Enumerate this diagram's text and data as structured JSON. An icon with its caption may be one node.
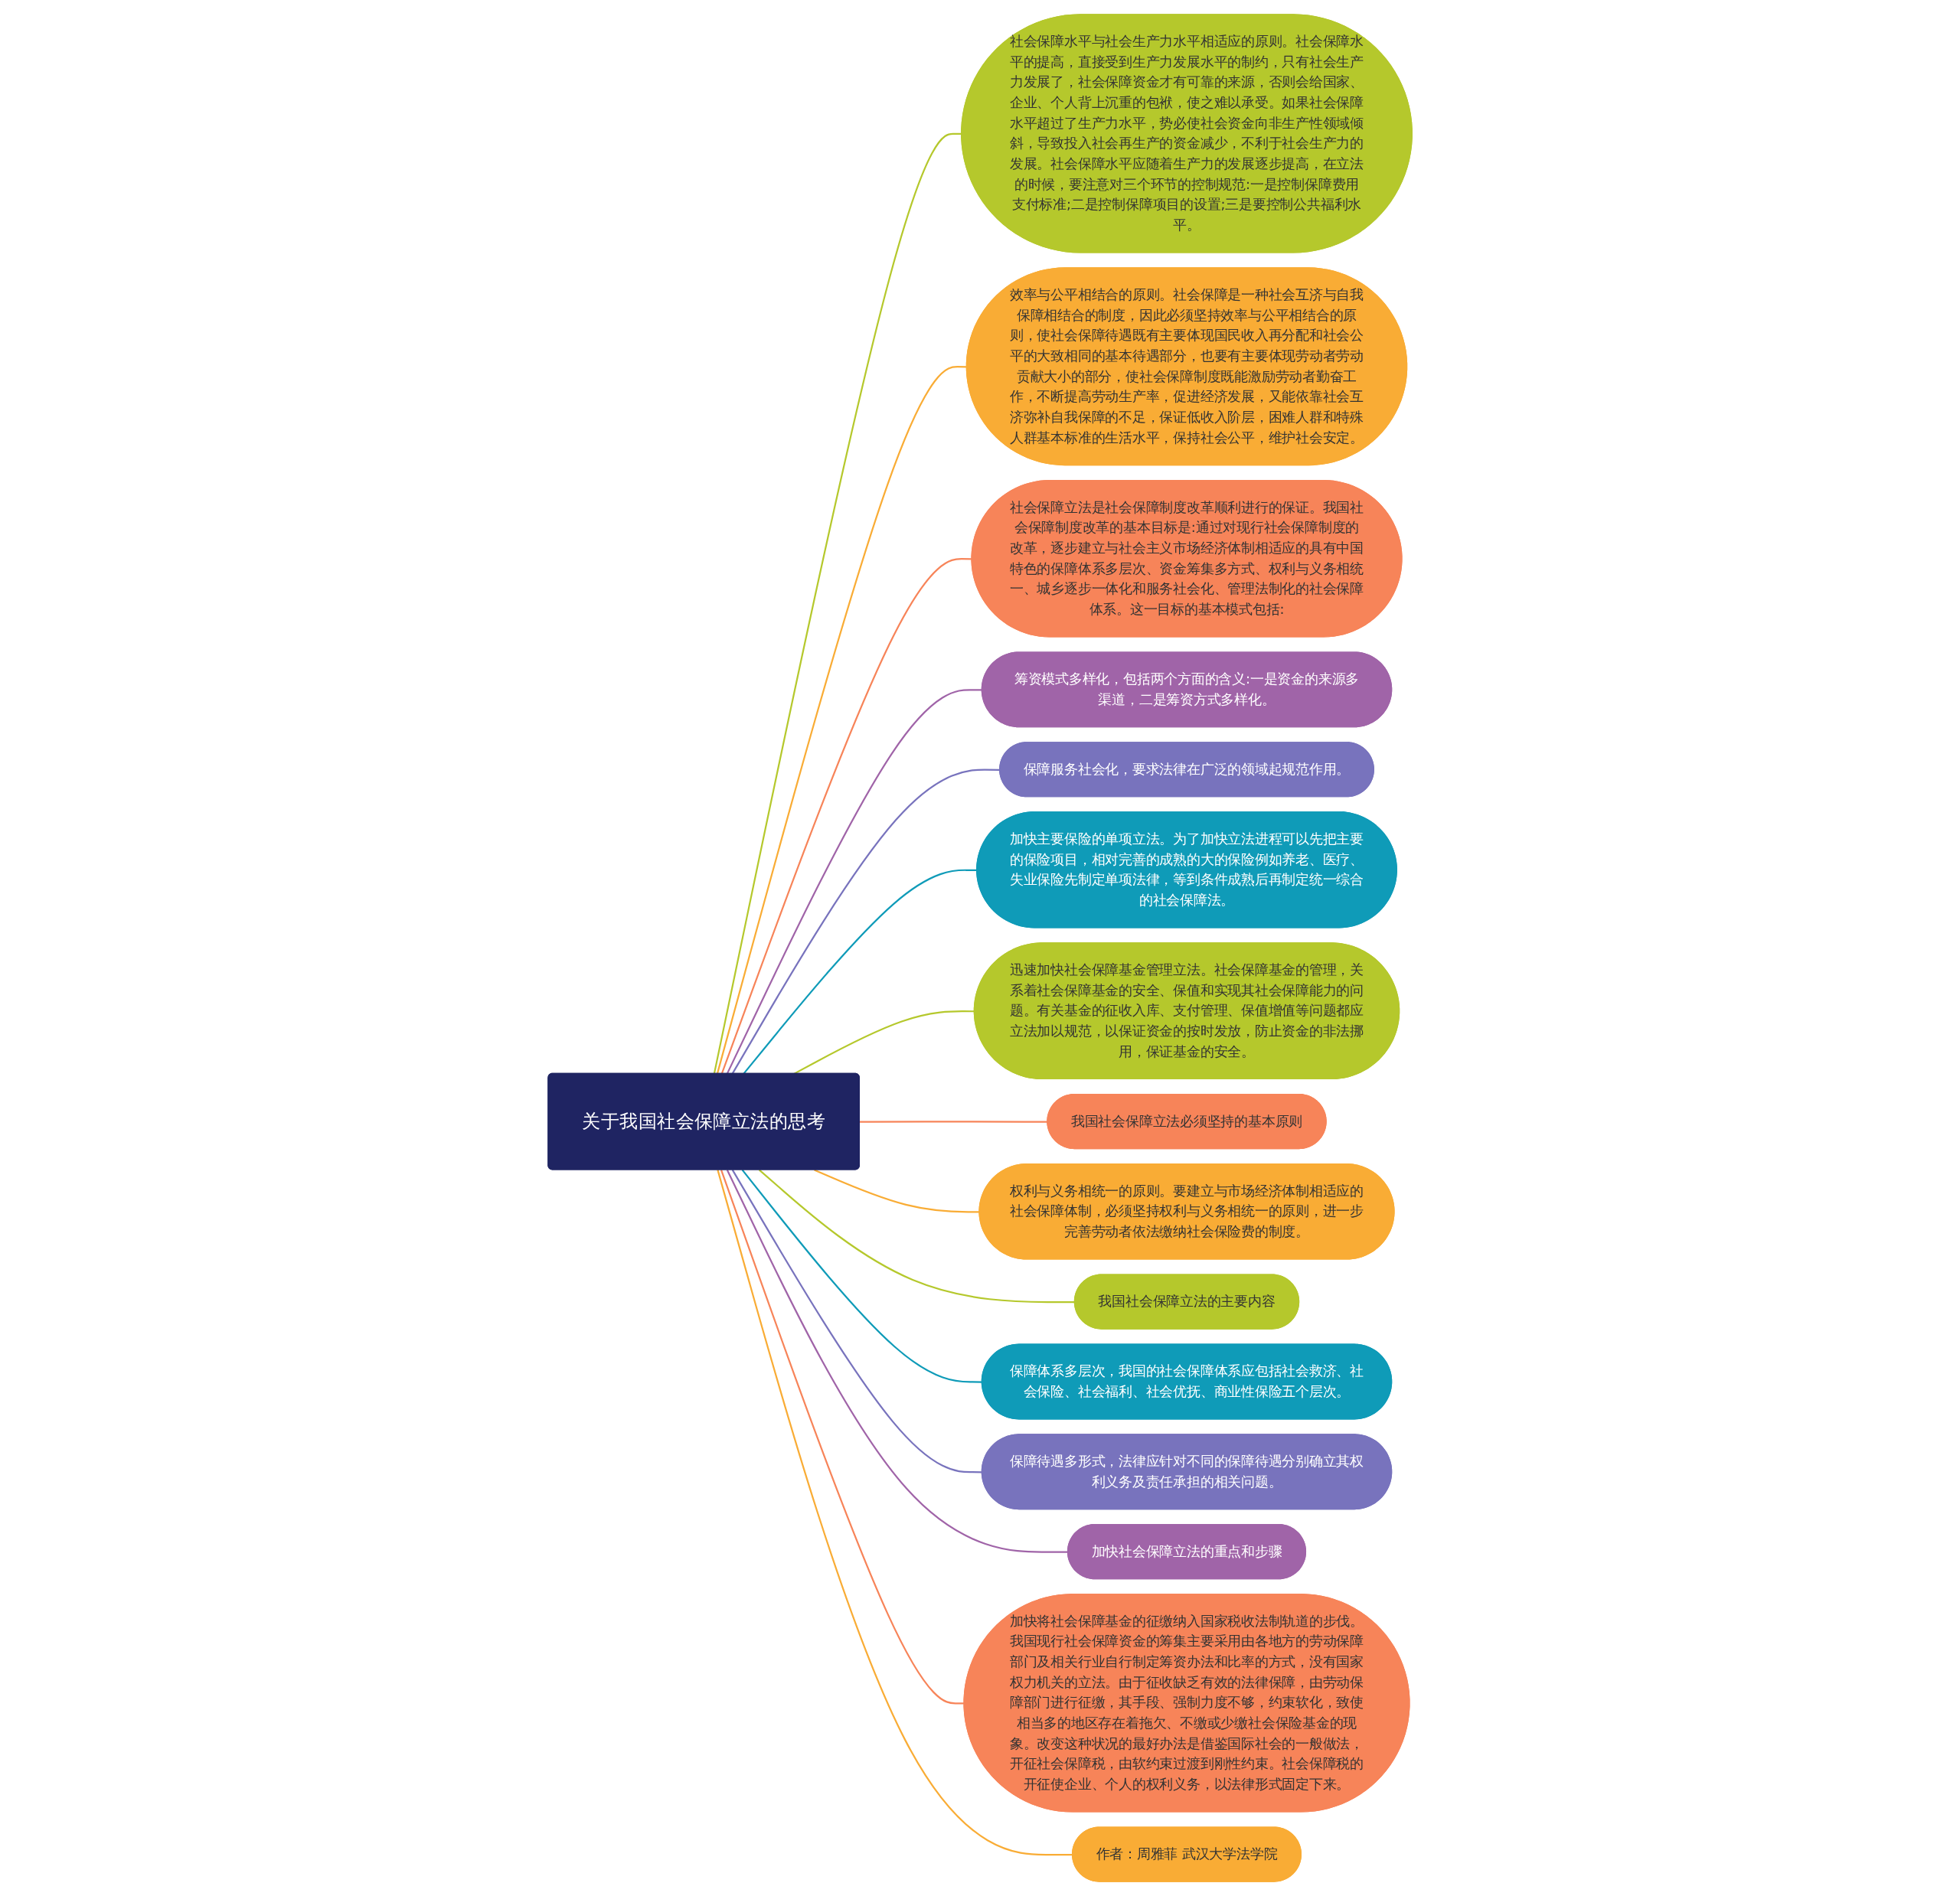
{
  "diagram": {
    "nodes": [
      {
        "text": [
          "关于我国社会保障立法的思考"
        ]
      },
      {
        "text": [
          "社会保障水平与社会生产力水平相适应的原则。社会保障水平的提高，直接受到生产力发展水平的制约，只有社会生产力发展了，社会保障资金才有可靠的来源，否则会给国家、企业、个人背上沉重的包袱，使之难以承受。如果社会保障水平超过了生产力水平，势必使社会资金向非生产性领域倾斜，导致投入社会再生产的资金减少，不利于社会生产力的发展。社会保障水平应随着生产力的发展逐步提高，在立法的时候，要注意对三个环节的控制规范:一是控制保障费用支付标准;二是控制保障项目的设置;三是要控制公共福利水平。"
        ]
      },
      {
        "text": [
          "效率与公平相结合的原则。社会保障是一种社会互济与自我保障相结合的制度，因此必须坚持效率与公平相结合的原则，使社会保障待遇既有主要体现国民收入再分配和社会公平的大致相同的基本待遇部分，也要有主要体现劳动者劳动贡献大小的部分，使社会保障制度既能激励劳动者勤奋工作，不断提高劳动生产率，促进经济发展，又能依靠社会互济弥补自我保障的不足，保证低收入阶层，困难人群和特殊人群基本标准的生活水平，保持社会公平，维护社会安定。"
        ]
      },
      {
        "text": [
          "社会保障立法是社会保障制度改革顺利进行的保证。我国社会保障制度改革的基本目标是:通过对现行社会保障制度的改革，逐步建立与社会主义市场经济体制相适应的具有中国特色的保障体系多层次、资金筹集多方式、权利与义务相统一、城乡逐步一体化和服务社会化、管理法制化的社会保障体系。这一目标的基本模式包括:"
        ]
      },
      {
        "text": [
          "筹资模式多样化，包括两个方面的含义:一是资金的来源多渠道，二是筹资方式多样化。"
        ]
      },
      {
        "text": [
          "保障服务社会化，要求法律在广泛的领域起规范作用。"
        ]
      },
      {
        "text": [
          "加快主要保险的单项立法。为了加快立法进程可以先把主要的保险项目，相对完善的成熟的大的保险例如养老、医疗、失业保险先制定单项法律，等到条件成熟后再制定统一综合的社会保障法。"
        ]
      },
      {
        "text": [
          "迅速加快社会保障基金管理立法。社会保障基金的管理，关系着社会保障基金的安全、保值和实现其社会保障能力的问题。有关基金的征收入库、支付管理、保值增值等问题都应立法加以规范，以保证资金的按时发放，防止资金的非法挪用，保证基金的安全。"
        ]
      },
      {
        "text": [
          "我国社会保障立法必须坚持的基本原则"
        ]
      },
      {
        "text": [
          "权利与义务相统一的原则。要建立与市场经济体制相适应的社会保障体制，必须坚持权利与义务相统一的原则，进一步完善劳动者依法缴纳社会保险费的制度。"
        ]
      },
      {
        "text": [
          "我国社会保障立法的主要内容"
        ]
      },
      {
        "text": [
          "保障体系多层次，我国的社会保障体系应包括社会救济、社会保险、社会福利、社会优抚、商业性保险五个层次。"
        ]
      },
      {
        "text": [
          "保障待遇多形式，法律应针对不同的保障待遇分别确立其权利义务及责任承担的相关问题。"
        ]
      },
      {
        "text": [
          "加快社会保障立法的重点和步骤"
        ]
      },
      {
        "text": [
          "加快将社会保障基金的征缴纳入国家税收法制轨道的步伐。我国现行社会保障资金的筹集主要采用由各地方的劳动保障部门及相关行业自行制定筹资办法和比率的方式，没有国家权力机关的立法。由于征收缺乏有效的法律保障，由劳动保障部门进行征缴，其手段、强制力度不够，约束软化，致使相当多的地区存在着拖欠、不缴或少缴社会保险基金的现象。改变这种状况的最好办法是借鉴国际社会的一般做法，开征社会保障税，由软约束过渡到刚性约束。社会保障税的开征使企业、个人的权利义务，以法律形式固定下来。"
        ]
      },
      {
        "text": [
          "作者：周雅菲 武汉大学法学院"
        ]
      }
    ],
    "edges": [
      {
        "from": 0,
        "to": 1,
        "arrow": "none",
        "color": "#b5c82c"
      },
      {
        "from": 0,
        "to": 2,
        "arrow": "none",
        "color": "#f9ac35"
      },
      {
        "from": 0,
        "to": 3,
        "arrow": "none",
        "color": "#f78459"
      },
      {
        "from": 0,
        "to": 4,
        "arrow": "none",
        "color": "#a064a8"
      },
      {
        "from": 0,
        "to": 5,
        "arrow": "none",
        "color": "#7873bd"
      },
      {
        "from": 0,
        "to": 6,
        "arrow": "none",
        "color": "#0f9bb8"
      },
      {
        "from": 0,
        "to": 7,
        "arrow": "none",
        "color": "#b5c82c"
      },
      {
        "from": 0,
        "to": 8,
        "arrow": "none",
        "color": "#f78459"
      },
      {
        "from": 0,
        "to": 9,
        "arrow": "none",
        "color": "#f9ac35"
      },
      {
        "from": 0,
        "to": 10,
        "arrow": "none",
        "color": "#b5c82c"
      },
      {
        "from": 0,
        "to": 11,
        "arrow": "none",
        "color": "#0f9bb8"
      },
      {
        "from": 0,
        "to": 12,
        "arrow": "none",
        "color": "#7873bd"
      },
      {
        "from": 0,
        "to": 13,
        "arrow": "none",
        "color": "#a064a8"
      },
      {
        "from": 0,
        "to": 14,
        "arrow": "none",
        "color": "#f78459"
      },
      {
        "from": 0,
        "to": 15,
        "arrow": "none",
        "color": "#f9ac35"
      }
    ]
  }
}
